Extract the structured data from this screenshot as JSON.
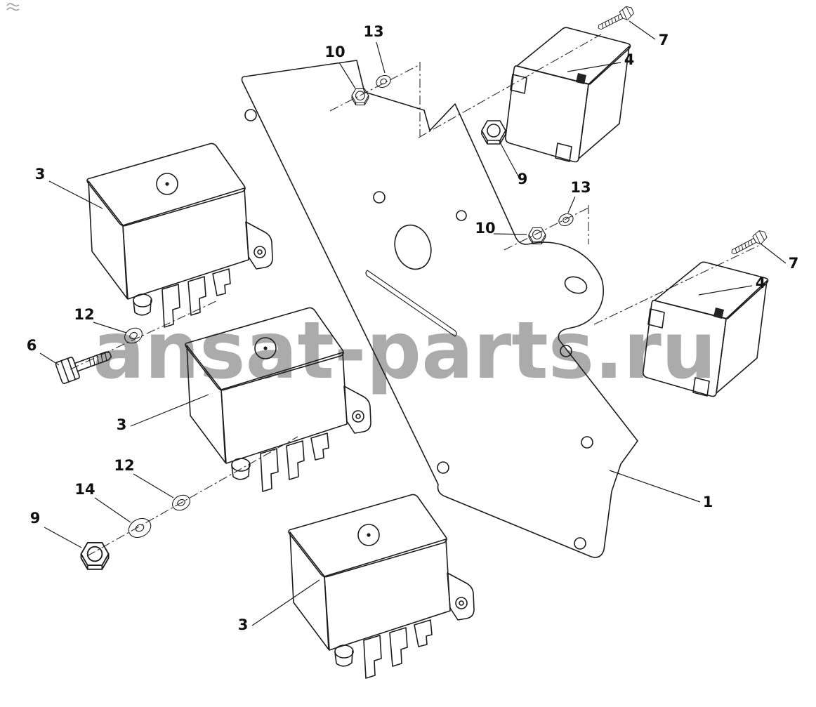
{
  "diagram": {
    "watermark": "ansat-parts.ru",
    "colors": {
      "line": "#1c1c1c",
      "watermark": "#a3a3a3",
      "background": "#ffffff"
    },
    "labels": [
      {
        "id": "callout-13-top",
        "text": "13"
      },
      {
        "id": "callout-10-top",
        "text": "10"
      },
      {
        "id": "callout-7-top",
        "text": "7"
      },
      {
        "id": "callout-4-top",
        "text": "4"
      },
      {
        "id": "callout-3-upper",
        "text": "3"
      },
      {
        "id": "callout-9-plate",
        "text": "9"
      },
      {
        "id": "callout-13-mid",
        "text": "13"
      },
      {
        "id": "callout-10-mid",
        "text": "10"
      },
      {
        "id": "callout-7-right",
        "text": "7"
      },
      {
        "id": "callout-4-right",
        "text": "4"
      },
      {
        "id": "callout-12-upper",
        "text": "12"
      },
      {
        "id": "callout-6",
        "text": "6"
      },
      {
        "id": "callout-3-middle",
        "text": "3"
      },
      {
        "id": "callout-12-lower",
        "text": "12"
      },
      {
        "id": "callout-14",
        "text": "14"
      },
      {
        "id": "callout-9-lower",
        "text": "9"
      },
      {
        "id": "callout-1",
        "text": "1"
      },
      {
        "id": "callout-3-bottom",
        "text": "3"
      }
    ]
  }
}
